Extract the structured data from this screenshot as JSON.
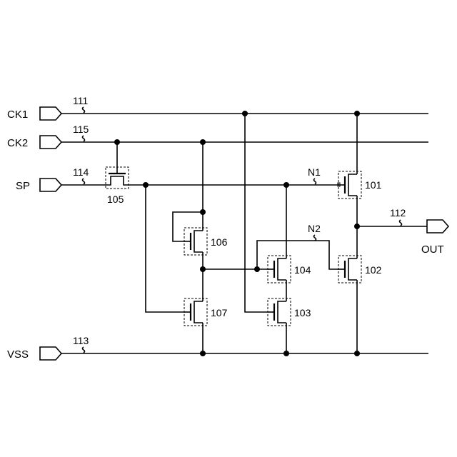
{
  "terminals": {
    "ck1": "CK1",
    "ck2": "CK2",
    "sp": "SP",
    "vss": "VSS",
    "out": "OUT"
  },
  "wire_refs": {
    "ck1": "111",
    "ck2": "115",
    "sp": "114",
    "vss": "113",
    "out": "112"
  },
  "nodes": {
    "n1": "N1",
    "n2": "N2"
  },
  "transistors": {
    "t101": "101",
    "t102": "102",
    "t103": "103",
    "t104": "104",
    "t105": "105",
    "t106": "106",
    "t107": "107"
  },
  "colors": {
    "line": "#000000",
    "background": "#ffffff"
  }
}
